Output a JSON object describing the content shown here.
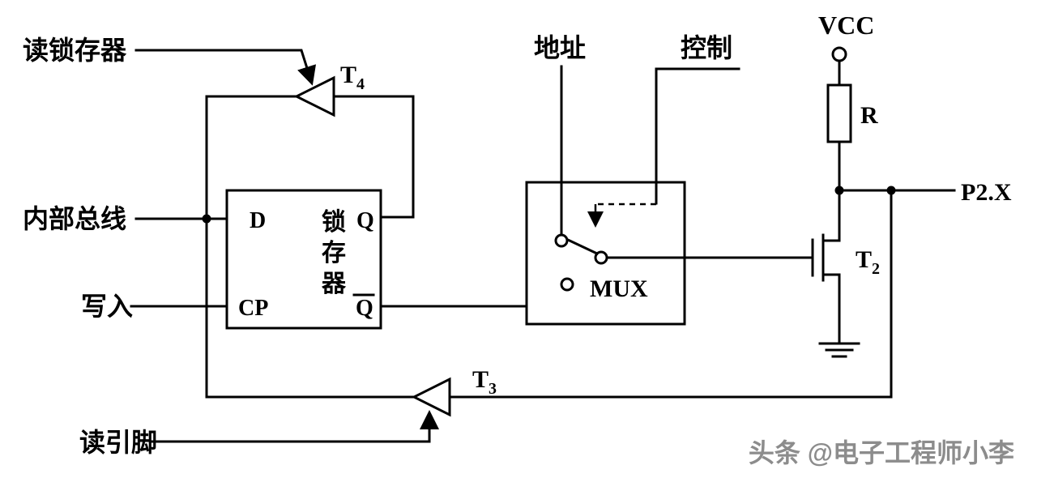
{
  "diagram": {
    "labels": {
      "read_latch": "读锁存器",
      "internal_bus": "内部总线",
      "write": "写入",
      "read_pin": "读引脚",
      "address": "地址",
      "control": "控制",
      "vcc": "VCC",
      "resistor": "R",
      "p2x": "P2.X",
      "mux": "MUX"
    },
    "latch": {
      "d": "D",
      "q": "Q",
      "cp": "CP",
      "qbar": "Q",
      "name_chars": [
        "锁",
        "存",
        "器"
      ]
    },
    "transistors": {
      "t2": {
        "base": "T",
        "sub": "2"
      },
      "t3": {
        "base": "T",
        "sub": "3"
      },
      "t4": {
        "base": "T",
        "sub": "4"
      }
    },
    "watermark": "头条 @电子工程师小李",
    "colors": {
      "line": "#000000",
      "background": "#ffffff",
      "watermark": "#8c8c8c"
    }
  }
}
